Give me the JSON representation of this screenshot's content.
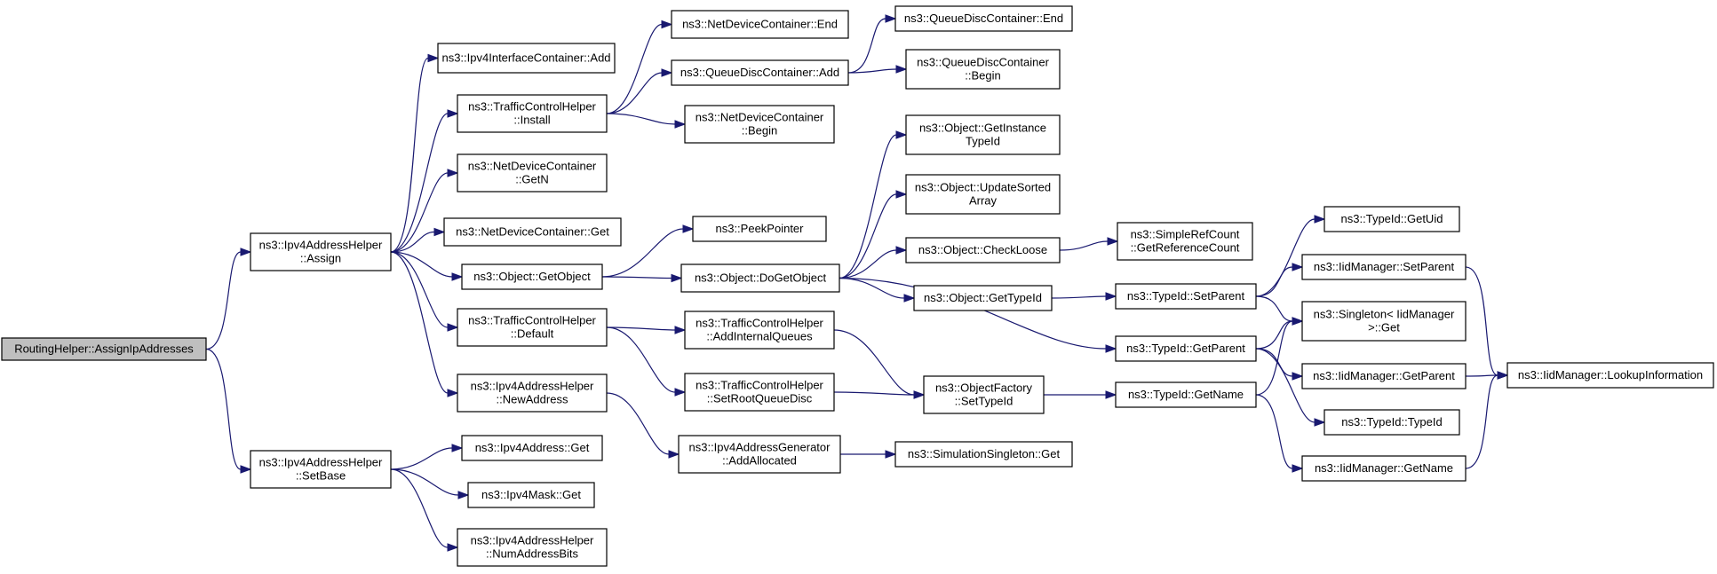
{
  "diagram": {
    "nodes": [
      {
        "id": "root",
        "lines": [
          "RoutingHelper::AssignIpAddresses"
        ],
        "root": true
      },
      {
        "id": "ipv4_assign",
        "lines": [
          "ns3::Ipv4AddressHelper",
          "::Assign"
        ]
      },
      {
        "id": "ipv4_setbase",
        "lines": [
          "ns3::Ipv4AddressHelper",
          "::SetBase"
        ]
      },
      {
        "id": "ipv4ic_add",
        "lines": [
          "ns3::Ipv4InterfaceContainer::Add"
        ]
      },
      {
        "id": "tch_install",
        "lines": [
          "ns3::TrafficControlHelper",
          "::Install"
        ]
      },
      {
        "id": "ndc_getn",
        "lines": [
          "ns3::NetDeviceContainer",
          "::GetN"
        ]
      },
      {
        "id": "ndc_get",
        "lines": [
          "ns3::NetDeviceContainer::Get"
        ]
      },
      {
        "id": "obj_getobject",
        "lines": [
          "ns3::Object::GetObject"
        ]
      },
      {
        "id": "tch_default",
        "lines": [
          "ns3::TrafficControlHelper",
          "::Default"
        ]
      },
      {
        "id": "ipv4_newaddress",
        "lines": [
          "ns3::Ipv4AddressHelper",
          "::NewAddress"
        ]
      },
      {
        "id": "ipv4addr_get",
        "lines": [
          "ns3::Ipv4Address::Get"
        ]
      },
      {
        "id": "ipv4mask_get",
        "lines": [
          "ns3::Ipv4Mask::Get"
        ]
      },
      {
        "id": "ipv4_numaddrbits",
        "lines": [
          "ns3::Ipv4AddressHelper",
          "::NumAddressBits"
        ]
      },
      {
        "id": "ndc_end",
        "lines": [
          "ns3::NetDeviceContainer::End"
        ]
      },
      {
        "id": "qdc_add",
        "lines": [
          "ns3::QueueDiscContainer::Add"
        ]
      },
      {
        "id": "ndc_begin",
        "lines": [
          "ns3::NetDeviceContainer",
          "::Begin"
        ]
      },
      {
        "id": "peekpointer",
        "lines": [
          "ns3::PeekPointer"
        ]
      },
      {
        "id": "obj_dogetobject",
        "lines": [
          "ns3::Object::DoGetObject"
        ]
      },
      {
        "id": "tch_addinternal",
        "lines": [
          "ns3::TrafficControlHelper",
          "::AddInternalQueues"
        ]
      },
      {
        "id": "tch_setroot",
        "lines": [
          "ns3::TrafficControlHelper",
          "::SetRootQueueDisc"
        ]
      },
      {
        "id": "ipv4gen_addalloc",
        "lines": [
          "ns3::Ipv4AddressGenerator",
          "::AddAllocated"
        ]
      },
      {
        "id": "qdc_end",
        "lines": [
          "ns3::QueueDiscContainer::End"
        ]
      },
      {
        "id": "qdc_begin",
        "lines": [
          "ns3::QueueDiscContainer",
          "::Begin"
        ]
      },
      {
        "id": "obj_getinstancetid",
        "lines": [
          "ns3::Object::GetInstance",
          "TypeId"
        ]
      },
      {
        "id": "obj_updatesorted",
        "lines": [
          "ns3::Object::UpdateSorted",
          "Array"
        ]
      },
      {
        "id": "obj_checkloose",
        "lines": [
          "ns3::Object::CheckLoose"
        ]
      },
      {
        "id": "obj_gettypeid",
        "lines": [
          "ns3::Object::GetTypeId"
        ]
      },
      {
        "id": "objfactory_settid",
        "lines": [
          "ns3::ObjectFactory",
          "::SetTypeId"
        ]
      },
      {
        "id": "simsingleton_get",
        "lines": [
          "ns3::SimulationSingleton::Get"
        ]
      },
      {
        "id": "simplerefcount",
        "lines": [
          "ns3::SimpleRefCount",
          "::GetReferenceCount"
        ]
      },
      {
        "id": "tid_setparent",
        "lines": [
          "ns3::TypeId::SetParent"
        ]
      },
      {
        "id": "tid_getparent",
        "lines": [
          "ns3::TypeId::GetParent"
        ]
      },
      {
        "id": "tid_getname",
        "lines": [
          "ns3::TypeId::GetName"
        ]
      },
      {
        "id": "tid_getuid",
        "lines": [
          "ns3::TypeId::GetUid"
        ]
      },
      {
        "id": "iid_setparent",
        "lines": [
          "ns3::IidManager::SetParent"
        ]
      },
      {
        "id": "singleton_get",
        "lines": [
          "ns3::Singleton< IidManager",
          " >::Get"
        ]
      },
      {
        "id": "iid_getparent",
        "lines": [
          "ns3::IidManager::GetParent"
        ]
      },
      {
        "id": "tid_typeid",
        "lines": [
          "ns3::TypeId::TypeId"
        ]
      },
      {
        "id": "iid_getname",
        "lines": [
          "ns3::IidManager::GetName"
        ]
      },
      {
        "id": "iid_lookup",
        "lines": [
          "ns3::IidManager::LookupInformation"
        ]
      }
    ],
    "edges": [
      [
        "root",
        "ipv4_assign"
      ],
      [
        "root",
        "ipv4_setbase"
      ],
      [
        "ipv4_assign",
        "ipv4ic_add"
      ],
      [
        "ipv4_assign",
        "tch_install"
      ],
      [
        "ipv4_assign",
        "ndc_getn"
      ],
      [
        "ipv4_assign",
        "ndc_get"
      ],
      [
        "ipv4_assign",
        "obj_getobject"
      ],
      [
        "ipv4_assign",
        "tch_default"
      ],
      [
        "ipv4_assign",
        "ipv4_newaddress"
      ],
      [
        "ipv4_setbase",
        "ipv4addr_get"
      ],
      [
        "ipv4_setbase",
        "ipv4mask_get"
      ],
      [
        "ipv4_setbase",
        "ipv4_numaddrbits"
      ],
      [
        "tch_install",
        "ndc_end"
      ],
      [
        "tch_install",
        "qdc_add"
      ],
      [
        "tch_install",
        "ndc_begin"
      ],
      [
        "obj_getobject",
        "peekpointer"
      ],
      [
        "obj_getobject",
        "obj_dogetobject"
      ],
      [
        "tch_default",
        "tch_addinternal"
      ],
      [
        "tch_default",
        "tch_setroot"
      ],
      [
        "ipv4_newaddress",
        "ipv4gen_addalloc"
      ],
      [
        "qdc_add",
        "qdc_end"
      ],
      [
        "qdc_add",
        "qdc_begin"
      ],
      [
        "obj_dogetobject",
        "obj_getinstancetid"
      ],
      [
        "obj_dogetobject",
        "obj_updatesorted"
      ],
      [
        "obj_dogetobject",
        "obj_checkloose"
      ],
      [
        "obj_dogetobject",
        "obj_gettypeid"
      ],
      [
        "obj_dogetobject",
        "tid_getparent"
      ],
      [
        "tch_addinternal",
        "objfactory_settid"
      ],
      [
        "tch_setroot",
        "objfactory_settid"
      ],
      [
        "ipv4gen_addalloc",
        "simsingleton_get"
      ],
      [
        "obj_checkloose",
        "simplerefcount"
      ],
      [
        "obj_gettypeid",
        "tid_setparent"
      ],
      [
        "objfactory_settid",
        "tid_getname"
      ],
      [
        "tid_setparent",
        "tid_getuid"
      ],
      [
        "tid_setparent",
        "iid_setparent"
      ],
      [
        "tid_setparent",
        "singleton_get"
      ],
      [
        "tid_getparent",
        "singleton_get"
      ],
      [
        "tid_getparent",
        "iid_getparent"
      ],
      [
        "tid_getparent",
        "tid_typeid"
      ],
      [
        "tid_getname",
        "singleton_get"
      ],
      [
        "tid_getname",
        "iid_getname"
      ],
      [
        "iid_setparent",
        "iid_lookup"
      ],
      [
        "iid_getparent",
        "iid_lookup"
      ],
      [
        "iid_getname",
        "iid_lookup"
      ]
    ]
  }
}
